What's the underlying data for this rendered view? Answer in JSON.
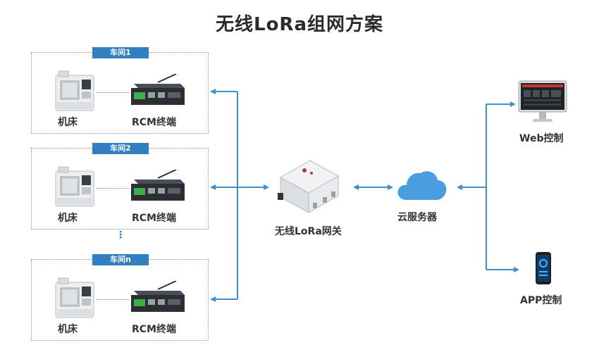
{
  "title": "无线LoRa组网方案",
  "workshops": [
    {
      "label": "车间1",
      "machine_label": "机床",
      "terminal_label": "RCM终端"
    },
    {
      "label": "车间2",
      "machine_label": "机床",
      "terminal_label": "RCM终端"
    },
    {
      "label": "车间n",
      "machine_label": "机床",
      "terminal_label": "RCM终端"
    }
  ],
  "ellipsis": "⋮",
  "gateway_label": "无线LoRa网关",
  "cloud_label": "云服务器",
  "web_label": "Web控制",
  "app_label": "APP控制",
  "colors": {
    "accent": "#2f7fc1",
    "arrow": "#3d8fd0",
    "cloud": "#4a9ee0"
  }
}
